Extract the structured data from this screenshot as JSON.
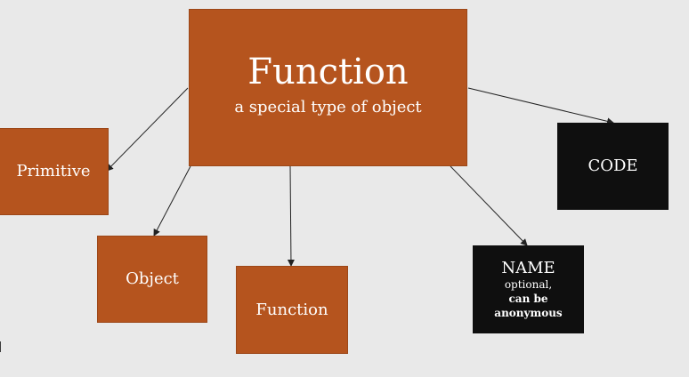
{
  "colors": {
    "background": "#e9e9e9",
    "orange": "#b5541e",
    "black": "#0f0f0f",
    "text": "#ffffff",
    "arrow": "#222222"
  },
  "main": {
    "title": "Function",
    "subtitle": "a special type of object"
  },
  "nodes": {
    "primitive": "Primitive",
    "object": "Object",
    "function": "Function",
    "code": "CODE",
    "name": {
      "title": "NAME",
      "line1": "optional,",
      "line2": "can be",
      "line3": "anonymous"
    }
  }
}
